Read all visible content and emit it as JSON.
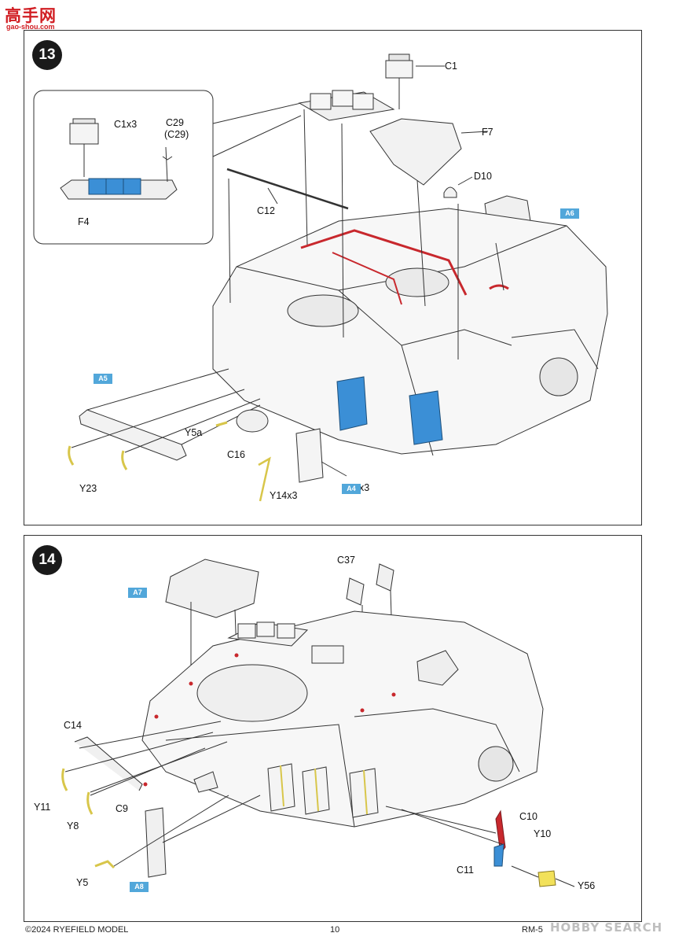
{
  "header": {
    "logo_zh": "高手网",
    "logo_url": "gao-shou.com"
  },
  "step13": {
    "number": "13",
    "labels": {
      "c1": "C1",
      "c1x3": "C1x3",
      "c29": "C29",
      "c29_alt": "(C29)",
      "f4": "F4",
      "f7": "F7",
      "d10": "D10",
      "c12": "C12",
      "y5a": "Y5a",
      "c16": "C16",
      "y23": "Y23",
      "y14x3": "Y14x3",
      "x3": "x3"
    },
    "tags": {
      "a6": "A6",
      "a5": "A5",
      "a4": "A4"
    }
  },
  "step14": {
    "number": "14",
    "labels": {
      "c37": "C37",
      "c14": "C14",
      "y11": "Y11",
      "y8": "Y8",
      "c9": "C9",
      "y5": "Y5",
      "c10": "C10",
      "y10": "Y10",
      "c11": "C11",
      "y56": "Y56"
    },
    "tags": {
      "a7": "A7",
      "a8": "A8"
    }
  },
  "footer": {
    "copyright": "©2024 RYEFIELD MODEL",
    "page": "10",
    "model": "RM-5",
    "watermark": "HOBBY SEARCH"
  },
  "colors": {
    "outline": "#333333",
    "red": "#c8282d",
    "blue": "#3b8fd6",
    "yellow": "#f2e15a",
    "tag": "#52a7da"
  }
}
